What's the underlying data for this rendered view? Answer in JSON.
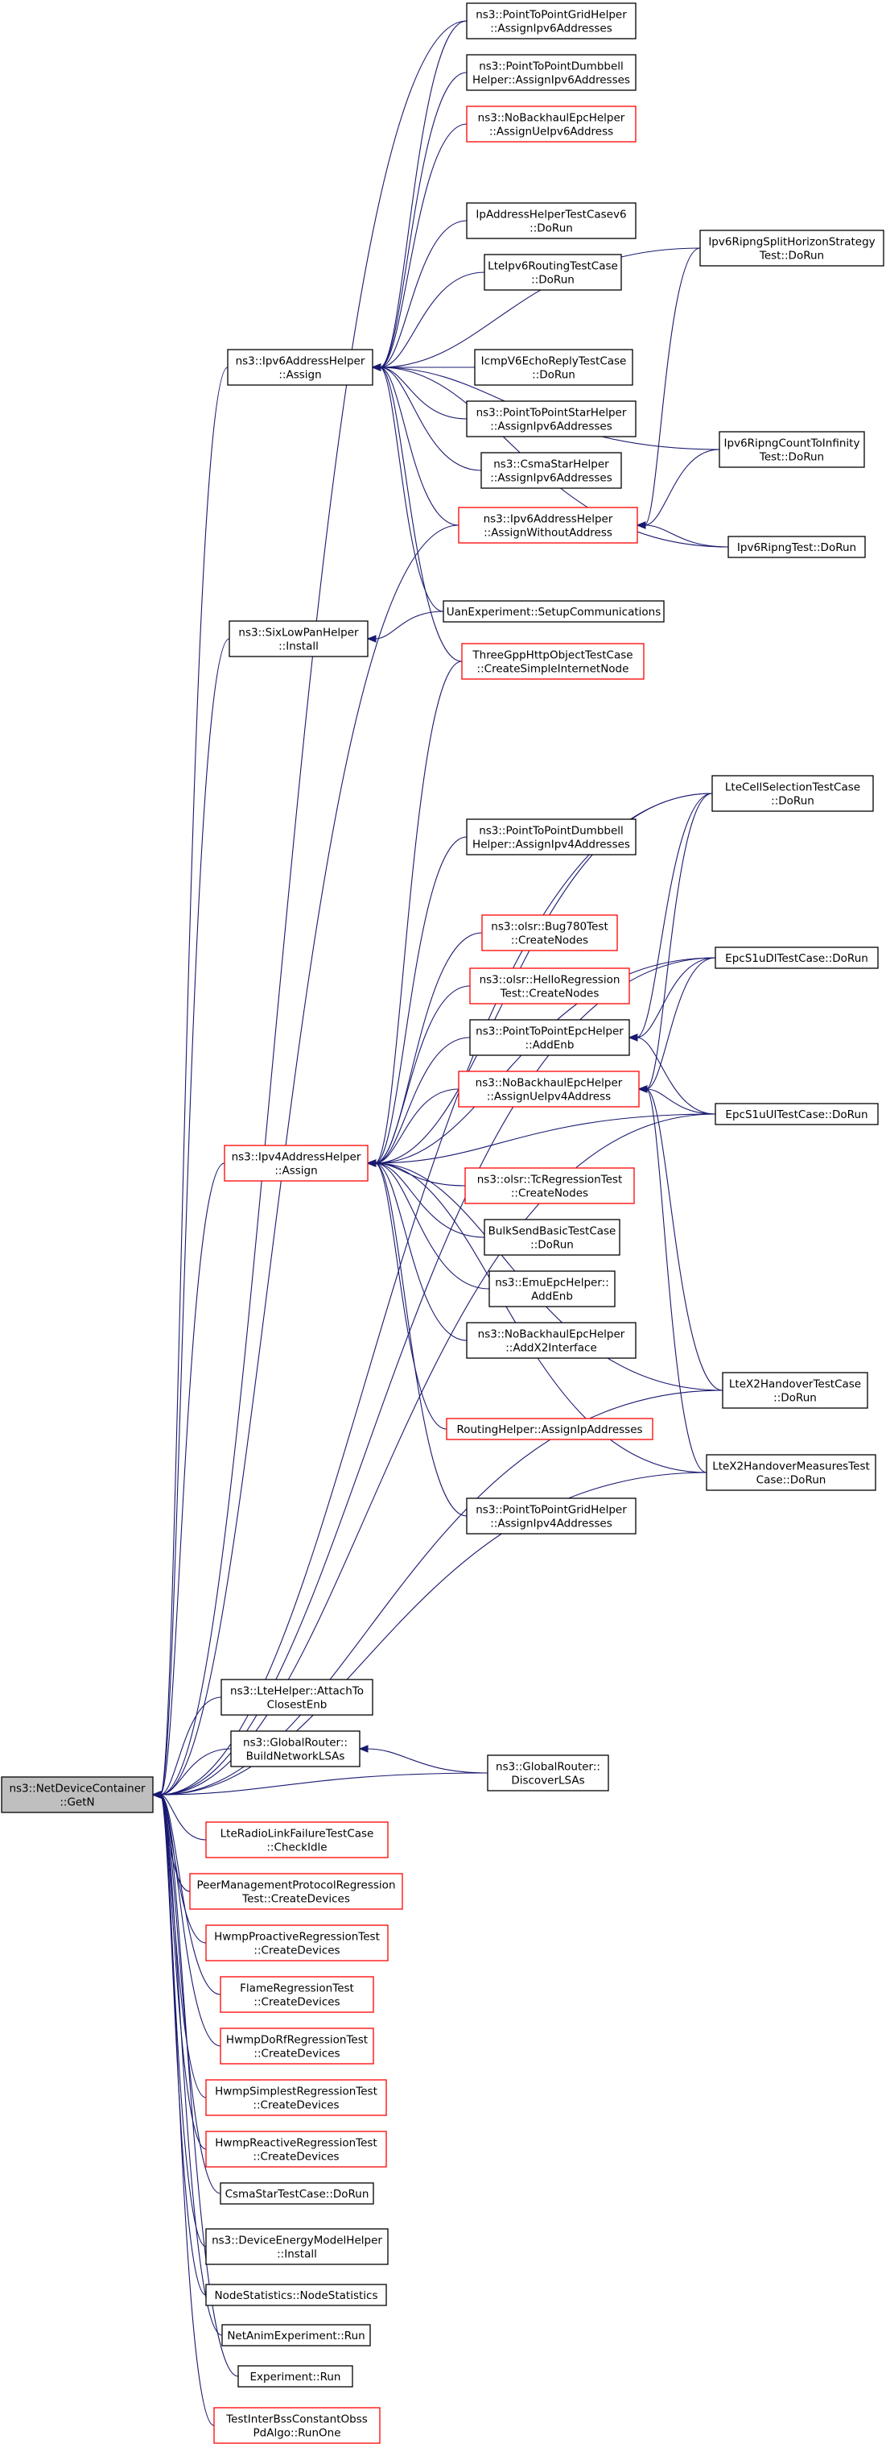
{
  "diagram": {
    "type": "doxygen-caller-graph",
    "colors": {
      "edge": "#191970",
      "normal_border": "#000000",
      "missing_border": "#ff0000",
      "root_fill": "#bfbfbf"
    },
    "nodes": [
      {
        "id": "n0",
        "lines": [
          "ns3::PointToPointGridHelper",
          "::AssignIpv6Addresses"
        ],
        "style": "black"
      },
      {
        "id": "n1",
        "lines": [
          "ns3::PointToPointDumbbell",
          "Helper::AssignIpv6Addresses"
        ],
        "style": "black"
      },
      {
        "id": "n2",
        "lines": [
          "ns3::NoBackhaulEpcHelper",
          "::AssignUeIpv6Address"
        ],
        "style": "red"
      },
      {
        "id": "n3",
        "lines": [
          "IpAddressHelperTestCasev6",
          "::DoRun"
        ],
        "style": "black"
      },
      {
        "id": "n4",
        "lines": [
          "LteIpv6RoutingTestCase",
          "::DoRun"
        ],
        "style": "black"
      },
      {
        "id": "n5",
        "lines": [
          "Ipv6RipngSplitHorizonStrategy",
          "Test::DoRun"
        ],
        "style": "black"
      },
      {
        "id": "n6",
        "lines": [
          "ns3::Ipv6AddressHelper",
          "::Assign"
        ],
        "style": "black"
      },
      {
        "id": "n7",
        "lines": [
          "IcmpV6EchoReplyTestCase",
          "::DoRun"
        ],
        "style": "black"
      },
      {
        "id": "n8",
        "lines": [
          "ns3::PointToPointStarHelper",
          "::AssignIpv6Addresses"
        ],
        "style": "black"
      },
      {
        "id": "n9",
        "lines": [
          "Ipv6RipngCountToInfinity",
          "Test::DoRun"
        ],
        "style": "black"
      },
      {
        "id": "n10",
        "lines": [
          "ns3::CsmaStarHelper",
          "::AssignIpv6Addresses"
        ],
        "style": "black"
      },
      {
        "id": "n11",
        "lines": [
          "ns3::Ipv6AddressHelper",
          "::AssignWithoutAddress"
        ],
        "style": "red"
      },
      {
        "id": "n12",
        "lines": [
          "Ipv6RipngTest::DoRun"
        ],
        "style": "black"
      },
      {
        "id": "n13",
        "lines": [
          "UanExperiment::SetupCommunications"
        ],
        "style": "black"
      },
      {
        "id": "n14",
        "lines": [
          "ns3::SixLowPanHelper",
          "::Install"
        ],
        "style": "black"
      },
      {
        "id": "n15",
        "lines": [
          "ThreeGppHttpObjectTestCase",
          "::CreateSimpleInternetNode"
        ],
        "style": "red"
      },
      {
        "id": "n16",
        "lines": [
          "LteCellSelectionTestCase",
          "::DoRun"
        ],
        "style": "black"
      },
      {
        "id": "n17",
        "lines": [
          "ns3::PointToPointDumbbell",
          "Helper::AssignIpv4Addresses"
        ],
        "style": "black"
      },
      {
        "id": "n18",
        "lines": [
          "ns3::olsr::Bug780Test",
          "::CreateNodes"
        ],
        "style": "red"
      },
      {
        "id": "n19",
        "lines": [
          "EpcS1uDlTestCase::DoRun"
        ],
        "style": "black"
      },
      {
        "id": "n20",
        "lines": [
          "ns3::olsr::HelloRegression",
          "Test::CreateNodes"
        ],
        "style": "red"
      },
      {
        "id": "n21",
        "lines": [
          "ns3::PointToPointEpcHelper",
          "::AddEnb"
        ],
        "style": "black"
      },
      {
        "id": "n22",
        "lines": [
          "ns3::NoBackhaulEpcHelper",
          "::AssignUeIpv4Address"
        ],
        "style": "red"
      },
      {
        "id": "n23",
        "lines": [
          "EpcS1uUlTestCase::DoRun"
        ],
        "style": "black"
      },
      {
        "id": "n24",
        "lines": [
          "ns3::Ipv4AddressHelper",
          "::Assign"
        ],
        "style": "red"
      },
      {
        "id": "n25",
        "lines": [
          "ns3::olsr::TcRegressionTest",
          "::CreateNodes"
        ],
        "style": "red"
      },
      {
        "id": "n26",
        "lines": [
          "BulkSendBasicTestCase",
          "::DoRun"
        ],
        "style": "black"
      },
      {
        "id": "n27",
        "lines": [
          "ns3::EmuEpcHelper::",
          "AddEnb"
        ],
        "style": "black"
      },
      {
        "id": "n28",
        "lines": [
          "ns3::NoBackhaulEpcHelper",
          "::AddX2Interface"
        ],
        "style": "black"
      },
      {
        "id": "n29",
        "lines": [
          "LteX2HandoverTestCase",
          "::DoRun"
        ],
        "style": "black"
      },
      {
        "id": "n30",
        "lines": [
          "RoutingHelper::AssignIpAddresses"
        ],
        "style": "red"
      },
      {
        "id": "n31",
        "lines": [
          "LteX2HandoverMeasuresTest",
          "Case::DoRun"
        ],
        "style": "black"
      },
      {
        "id": "n32",
        "lines": [
          "ns3::PointToPointGridHelper",
          "::AssignIpv4Addresses"
        ],
        "style": "black"
      },
      {
        "id": "n33",
        "lines": [
          "ns3::LteHelper::AttachTo",
          "ClosestEnb"
        ],
        "style": "black"
      },
      {
        "id": "n34",
        "lines": [
          "ns3::GlobalRouter::",
          "BuildNetworkLSAs"
        ],
        "style": "black"
      },
      {
        "id": "n35",
        "lines": [
          "ns3::GlobalRouter::",
          "DiscoverLSAs"
        ],
        "style": "black"
      },
      {
        "id": "n36",
        "lines": [
          "ns3::NetDeviceContainer",
          "::GetN"
        ],
        "style": "root"
      },
      {
        "id": "n37",
        "lines": [
          "LteRadioLinkFailureTestCase",
          "::CheckIdle"
        ],
        "style": "red"
      },
      {
        "id": "n38",
        "lines": [
          "PeerManagementProtocolRegression",
          "Test::CreateDevices"
        ],
        "style": "red"
      },
      {
        "id": "n39",
        "lines": [
          "HwmpProactiveRegressionTest",
          "::CreateDevices"
        ],
        "style": "red"
      },
      {
        "id": "n40",
        "lines": [
          "FlameRegressionTest",
          "::CreateDevices"
        ],
        "style": "red"
      },
      {
        "id": "n41",
        "lines": [
          "HwmpDoRfRegressionTest",
          "::CreateDevices"
        ],
        "style": "red"
      },
      {
        "id": "n42",
        "lines": [
          "HwmpSimplestRegressionTest",
          "::CreateDevices"
        ],
        "style": "red"
      },
      {
        "id": "n43",
        "lines": [
          "HwmpReactiveRegressionTest",
          "::CreateDevices"
        ],
        "style": "red"
      },
      {
        "id": "n44",
        "lines": [
          "CsmaStarTestCase::DoRun"
        ],
        "style": "black"
      },
      {
        "id": "n45",
        "lines": [
          "ns3::DeviceEnergyModelHelper",
          "::Install"
        ],
        "style": "black"
      },
      {
        "id": "n46",
        "lines": [
          "NodeStatistics::NodeStatistics"
        ],
        "style": "black"
      },
      {
        "id": "n47",
        "lines": [
          "NetAnimExperiment::Run"
        ],
        "style": "black"
      },
      {
        "id": "n48",
        "lines": [
          "Experiment::Run"
        ],
        "style": "black"
      },
      {
        "id": "n49",
        "lines": [
          "TestInterBssConstantObss",
          "PdAlgo::RunOne"
        ],
        "style": "red"
      }
    ],
    "edges": [
      [
        "n6",
        "n0"
      ],
      [
        "n6",
        "n1"
      ],
      [
        "n6",
        "n2"
      ],
      [
        "n6",
        "n3"
      ],
      [
        "n6",
        "n4"
      ],
      [
        "n6",
        "n5"
      ],
      [
        "n6",
        "n7"
      ],
      [
        "n6",
        "n8"
      ],
      [
        "n6",
        "n9"
      ],
      [
        "n6",
        "n10"
      ],
      [
        "n6",
        "n11"
      ],
      [
        "n6",
        "n12"
      ],
      [
        "n6",
        "n13"
      ],
      [
        "n6",
        "n15"
      ],
      [
        "n11",
        "n5"
      ],
      [
        "n11",
        "n9"
      ],
      [
        "n11",
        "n12"
      ],
      [
        "n14",
        "n13"
      ],
      [
        "n24",
        "n15"
      ],
      [
        "n24",
        "n16"
      ],
      [
        "n24",
        "n17"
      ],
      [
        "n24",
        "n18"
      ],
      [
        "n24",
        "n19"
      ],
      [
        "n24",
        "n20"
      ],
      [
        "n24",
        "n21"
      ],
      [
        "n24",
        "n22"
      ],
      [
        "n24",
        "n23"
      ],
      [
        "n24",
        "n25"
      ],
      [
        "n24",
        "n26"
      ],
      [
        "n24",
        "n27"
      ],
      [
        "n24",
        "n28"
      ],
      [
        "n24",
        "n29"
      ],
      [
        "n24",
        "n30"
      ],
      [
        "n24",
        "n31"
      ],
      [
        "n24",
        "n32"
      ],
      [
        "n21",
        "n16"
      ],
      [
        "n21",
        "n19"
      ],
      [
        "n21",
        "n23"
      ],
      [
        "n22",
        "n16"
      ],
      [
        "n22",
        "n19"
      ],
      [
        "n22",
        "n23"
      ],
      [
        "n22",
        "n29"
      ],
      [
        "n22",
        "n31"
      ],
      [
        "n34",
        "n35"
      ],
      [
        "n36",
        "n0"
      ],
      [
        "n36",
        "n6"
      ],
      [
        "n36",
        "n11"
      ],
      [
        "n36",
        "n14"
      ],
      [
        "n36",
        "n24"
      ],
      [
        "n36",
        "n16"
      ],
      [
        "n36",
        "n19"
      ],
      [
        "n36",
        "n23"
      ],
      [
        "n36",
        "n29"
      ],
      [
        "n36",
        "n31"
      ],
      [
        "n36",
        "n33"
      ],
      [
        "n36",
        "n34"
      ],
      [
        "n36",
        "n35"
      ],
      [
        "n36",
        "n37"
      ],
      [
        "n36",
        "n38"
      ],
      [
        "n36",
        "n39"
      ],
      [
        "n36",
        "n40"
      ],
      [
        "n36",
        "n41"
      ],
      [
        "n36",
        "n42"
      ],
      [
        "n36",
        "n43"
      ],
      [
        "n36",
        "n44"
      ],
      [
        "n36",
        "n45"
      ],
      [
        "n36",
        "n46"
      ],
      [
        "n36",
        "n47"
      ],
      [
        "n36",
        "n48"
      ],
      [
        "n36",
        "n49"
      ]
    ]
  }
}
